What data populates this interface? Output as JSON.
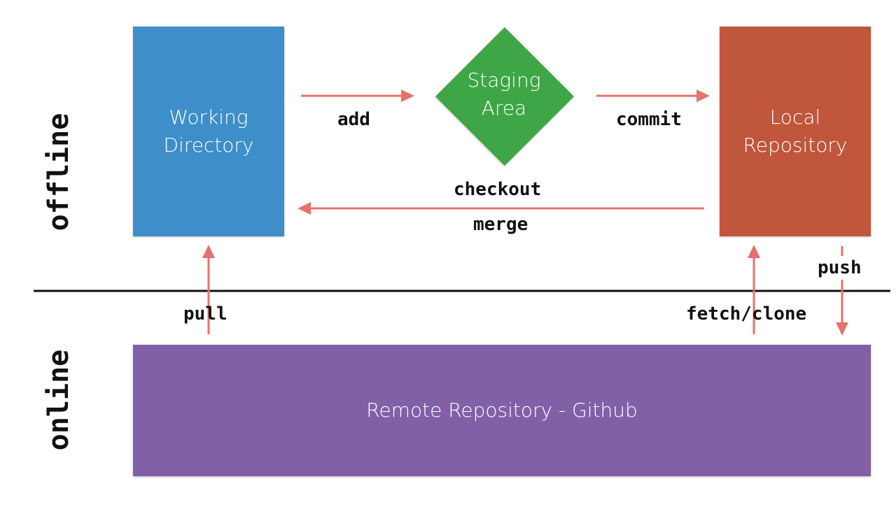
{
  "zones": {
    "offline_label": "offline",
    "online_label": "online"
  },
  "nodes": {
    "working_directory": {
      "label": "Working\nDirectory",
      "color": "#3d8ec9"
    },
    "staging_area": {
      "label": "Staging\nArea",
      "color": "#3ea646"
    },
    "local_repository": {
      "label": "Local\nRepository",
      "color": "#c0563b"
    },
    "remote_repository": {
      "label": "Remote Repository - Github",
      "color": "#8160a8"
    }
  },
  "edges": {
    "add": "add",
    "commit": "commit",
    "checkout": "checkout",
    "merge": "merge",
    "pull": "pull",
    "fetch_clone": "fetch/clone",
    "push": "push"
  },
  "colors": {
    "arrow": "#e8716c",
    "divider": "#111111"
  }
}
